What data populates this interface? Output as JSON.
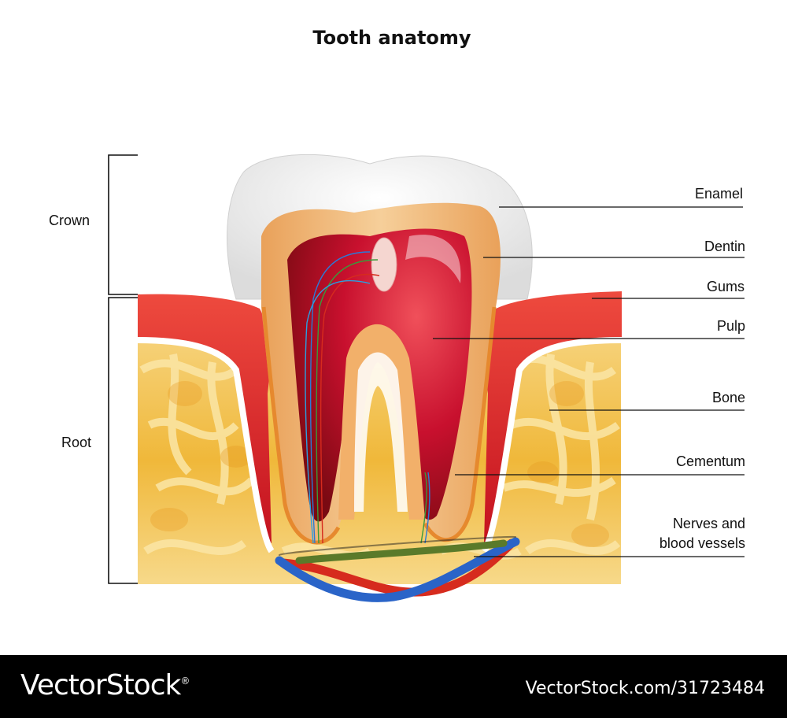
{
  "title": "Tooth anatomy",
  "left_labels": {
    "crown": "Crown",
    "root": "Root"
  },
  "right_labels": {
    "enamel": "Enamel",
    "dentin": "Dentin",
    "gums": "Gums",
    "pulp": "Pulp",
    "bone": "Bone",
    "cementum": "Cementum",
    "nerves_line1": "Nerves and",
    "nerves_line2": "blood vessels"
  },
  "footer": {
    "brand": "VectorStock",
    "brand_mark": "®",
    "url": "VectorStock.com/31723484"
  },
  "colors": {
    "enamel": "#f2f2f2",
    "dentin": "#f1c089",
    "pulp": "#c8102e",
    "gums": "#d9252f",
    "bone": "#f2bb3c",
    "artery": "#d62b1e",
    "vein": "#2a64c8",
    "nerve": "#5a7a2a"
  }
}
